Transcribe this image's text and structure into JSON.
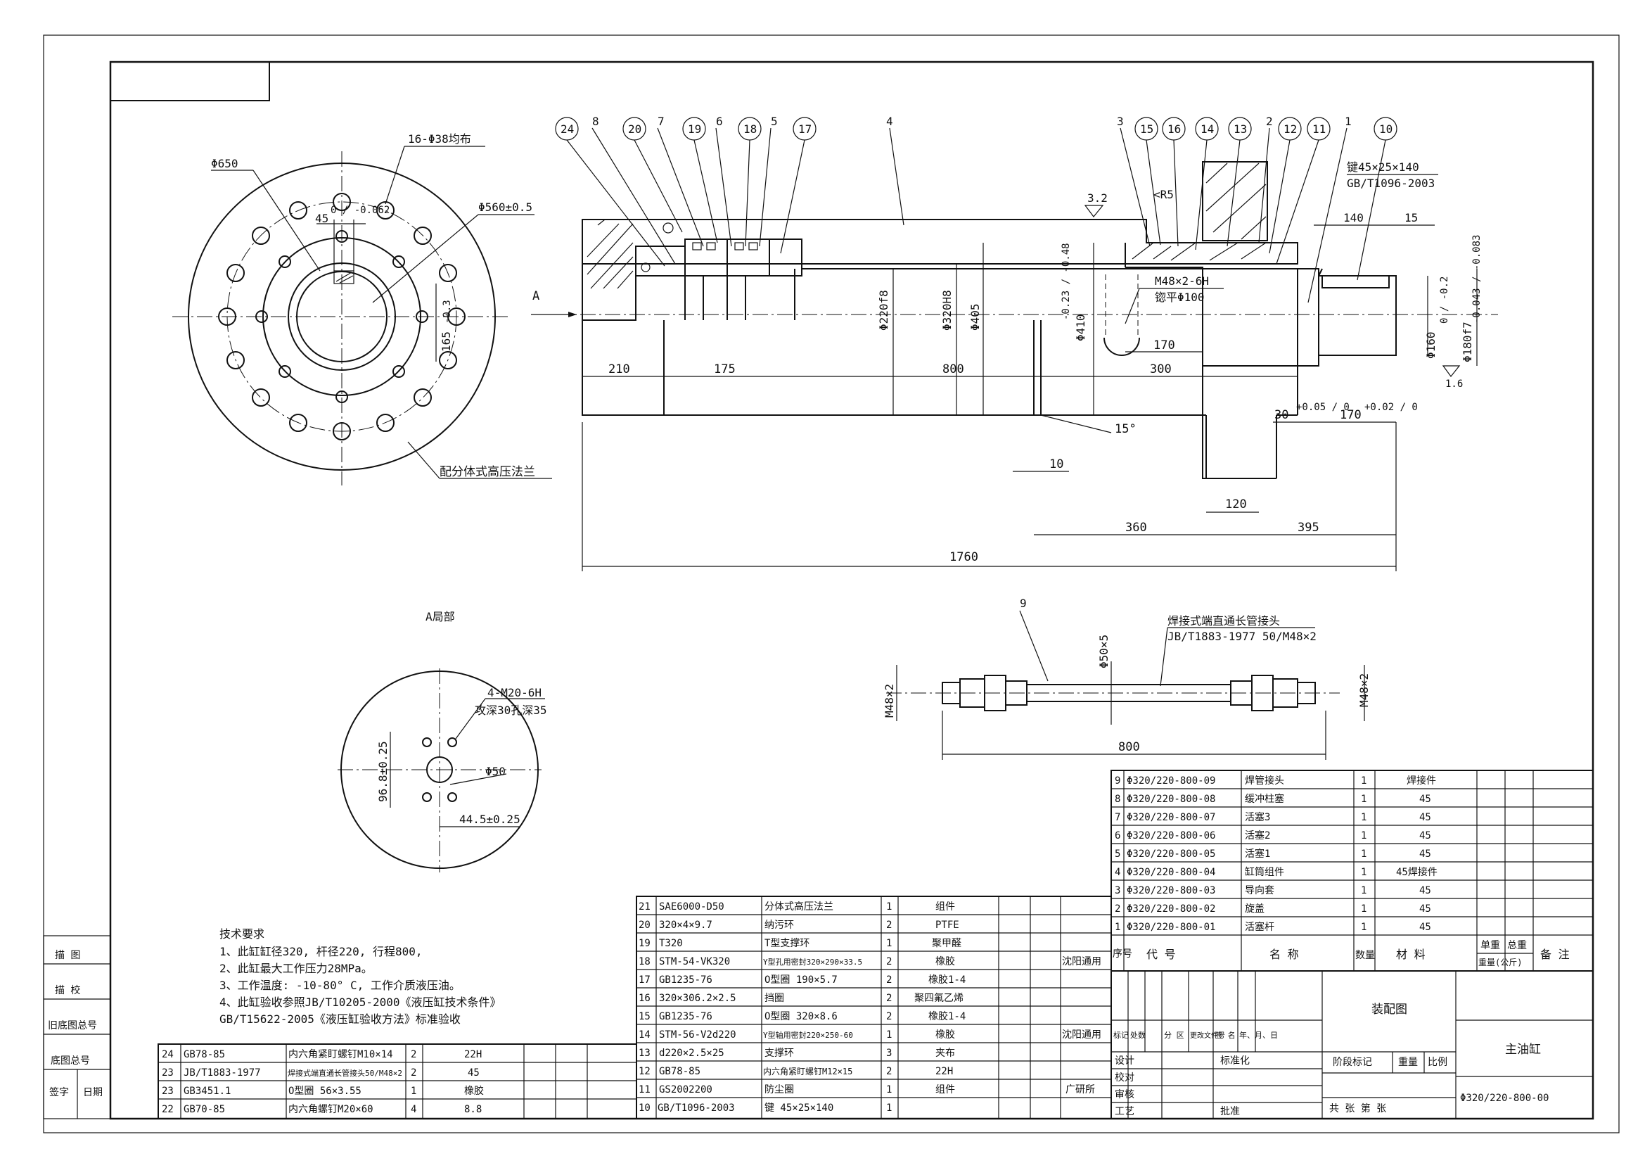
{
  "balloons": [
    "24",
    "8",
    "20",
    "7",
    "19",
    "6",
    "18",
    "5",
    "17",
    "4",
    "3",
    "15",
    "16",
    "14",
    "13",
    "2",
    "12",
    "11",
    "1",
    "10"
  ],
  "dims": {
    "d_650": "Φ650",
    "holes_16": "16-Φ38均布",
    "d_560": "Φ560±0.5",
    "key_45": "45",
    "key_45_tol": "0 / -0.062",
    "d_1650": "165",
    "d_1650_tol": "-0.3",
    "flange_note": "配分体式高压法兰",
    "view_a": "A",
    "d_220f8": "Φ220f8",
    "d_320h8": "Φ320H8",
    "d_405": "Φ405",
    "d_410": "Φ410",
    "d_410_tol": "-0.23 / -0.48",
    "rough_32": "3.2",
    "r5": "<R5",
    "m48": "M48×2-6H",
    "spot": "锪平Φ100",
    "key_spec": "键45×25×140",
    "key_std": "GB/T1096-2003",
    "d140": "140",
    "d15": "15",
    "d160": "Φ160",
    "d160_tol": "0 / -0.2",
    "d180": "Φ180f7",
    "d180_tol": "-0.043 / -0.083",
    "rough_16": "1.6",
    "d210": "210",
    "d175": "175",
    "d800": "800",
    "d170": "170",
    "d300": "300",
    "d30": "30",
    "d30_tol": "+0.05 / 0",
    "d170b": "170",
    "d170b_tol": "+0.02 / 0",
    "ang15": "15°",
    "d10": "10",
    "d120": "120",
    "d360": "360",
    "d395": "395",
    "d1760": "1760"
  },
  "detail_a": {
    "title": "A局部",
    "threads": "4-M20-6H",
    "depth": "攻深30孔深35",
    "d96": "96.8±0.25",
    "d50": "Φ50",
    "d445": "44.5±0.25"
  },
  "pipe": {
    "balloon": "9",
    "label": "焊接式端直通长管接头",
    "std": "JB/T1883-1977 50/M48×2",
    "d50x5": "Φ50×5",
    "m48_left": "M48×2",
    "m48_right": "M48×2",
    "len": "800"
  },
  "tech_req": {
    "title": "技术要求",
    "items": [
      "1、此缸缸径320, 杆径220, 行程800,",
      "2、此缸最大工作压力28MPa。",
      "3、工作温度: -10-80° C, 工作介质液压油。",
      "4、此缸验收参照JB/T10205-2000《液压缸技术条件》",
      "   GB/T15622-2005《液压缸验收方法》标准验收"
    ]
  },
  "left_side_labels": [
    "描  图",
    "描  校",
    "旧底图总号",
    "底图总号",
    "签字",
    "日期"
  ],
  "bom_left": [
    [
      "24",
      "GB78-85",
      "内六角紧盯螺钉M10×14",
      "2",
      "22H"
    ],
    [
      "23",
      "JB/T1883-1977",
      "焊接式端直通长管接头50/M48×2",
      "2",
      "45"
    ],
    [
      "23",
      "GB3451.1",
      "O型圈 56×3.55",
      "1",
      "橡胶"
    ],
    [
      "22",
      "GB70-85",
      "内六角螺钉M20×60",
      "4",
      "8.8"
    ]
  ],
  "bom_mid": [
    [
      "21",
      "SAE6000-D50",
      "分体式高压法兰",
      "1",
      "组件",
      ""
    ],
    [
      "20",
      "320×4×9.7",
      "纳污环",
      "2",
      "PTFE",
      ""
    ],
    [
      "19",
      "T320",
      "T型支撑环",
      "1",
      "聚甲醛",
      ""
    ],
    [
      "18",
      "STM-54-VK320",
      "Y型孔用密封320×290×33.5",
      "2",
      "橡胶",
      "沈阳通用"
    ],
    [
      "17",
      "GB1235-76",
      "O型圈 190×5.7",
      "2",
      "橡胶1-4",
      ""
    ],
    [
      "16",
      "320×306.2×2.5",
      "挡圈",
      "2",
      "聚四氟乙烯",
      ""
    ],
    [
      "15",
      "GB1235-76",
      "O型圈 320×8.6",
      "2",
      "橡胶1-4",
      ""
    ],
    [
      "14",
      "STM-56-V2d220",
      "Y型轴用密封220×250-60",
      "1",
      "橡胶",
      "沈阳通用"
    ],
    [
      "13",
      "d220×2.5×25",
      "支撑环",
      "3",
      "夹布",
      ""
    ],
    [
      "12",
      "GB78-85",
      "内六角紧盯螺钉M12×15",
      "2",
      "22H",
      ""
    ],
    [
      "11",
      "GS2002200",
      "防尘圈",
      "1",
      "组件",
      "广研所"
    ],
    [
      "10",
      "GB/T1096-2003",
      "键 45×25×140",
      "1",
      "",
      ""
    ]
  ],
  "bom_right": [
    [
      "9",
      "Φ320/220-800-09",
      "焊管接头",
      "1",
      "焊接件"
    ],
    [
      "8",
      "Φ320/220-800-08",
      "缓冲柱塞",
      "1",
      "45"
    ],
    [
      "7",
      "Φ320/220-800-07",
      "活塞3",
      "1",
      "45"
    ],
    [
      "6",
      "Φ320/220-800-06",
      "活塞2",
      "1",
      "45"
    ],
    [
      "5",
      "Φ320/220-800-05",
      "活塞1",
      "1",
      "45"
    ],
    [
      "4",
      "Φ320/220-800-04",
      "缸筒组件",
      "1",
      "45焊接件"
    ],
    [
      "3",
      "Φ320/220-800-03",
      "导向套",
      "1",
      "45"
    ],
    [
      "2",
      "Φ320/220-800-02",
      "旋盖",
      "1",
      "45"
    ],
    [
      "1",
      "Φ320/220-800-01",
      "活塞杆",
      "1",
      "45"
    ]
  ],
  "bom_header": {
    "seq": "序号",
    "code": "代    号",
    "name": "名    称",
    "qty": "数量",
    "material": "材    料",
    "unit_weight": "单重",
    "total_weight": "总重",
    "weight_unit": "重量(公斤)",
    "remark": "备  注"
  },
  "title_block": {
    "assembly": "装配图",
    "part_name": "主油缸",
    "drawing_no": "Φ320/220-800-00",
    "rev_row": [
      "标记",
      "处数",
      "分 区",
      "更改文件号",
      "签 名",
      "年、月、日"
    ],
    "design": "设计",
    "standard": "标准化",
    "check": "校对",
    "review": "审核",
    "process": "工艺",
    "approve": "批准",
    "stage": "阶段标记",
    "weight": "重量",
    "scale": "比例",
    "sheet_total": "共    张  第    张"
  }
}
